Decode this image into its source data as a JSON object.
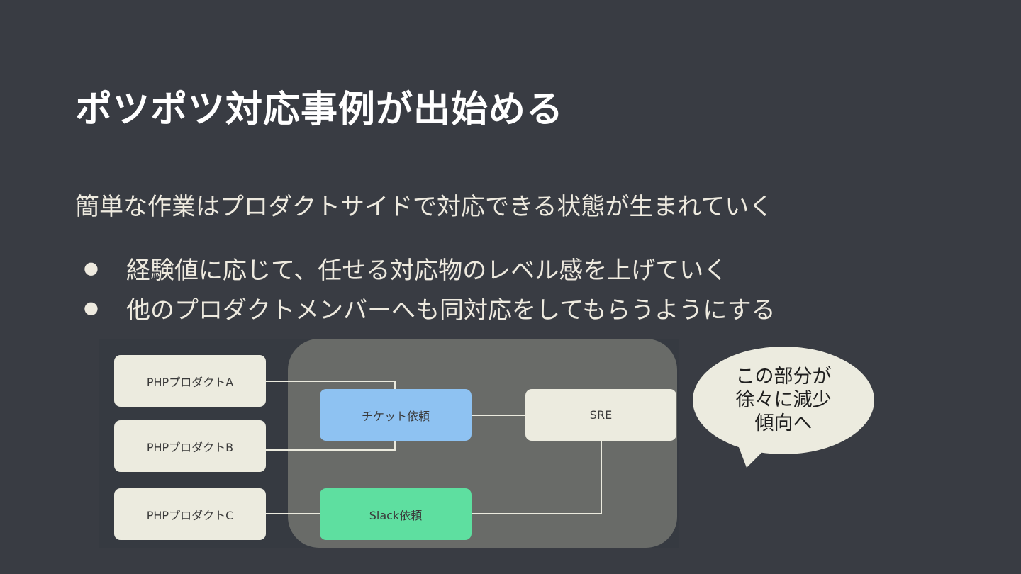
{
  "slide": {
    "title": "ポツポツ対応事例が出始める",
    "subtitle": "簡単な作業はプロダクトサイドで対応できる状態が生まれていく",
    "bullets": [
      "経験値に応じて、任せる対応物のレベル感を上げていく",
      "他のプロダクトメンバーへも同対応をしてもらうようにする"
    ]
  },
  "diagram": {
    "products": [
      "PHPプロダクトA",
      "PHPプロダクトB",
      "PHPプロダクトC"
    ],
    "ticket_request": "チケット依頼",
    "slack_request": "Slack依頼",
    "sre": "SRE"
  },
  "callout": {
    "lines": [
      "この部分が",
      "徐々に減少",
      "傾向へ"
    ]
  },
  "colors": {
    "background": "#393c43",
    "group": "#696b68",
    "product_node": "#ecebdf",
    "ticket_node": "#8ec2f2",
    "slack_node": "#5edfa0",
    "connector": "#ecebdf"
  }
}
